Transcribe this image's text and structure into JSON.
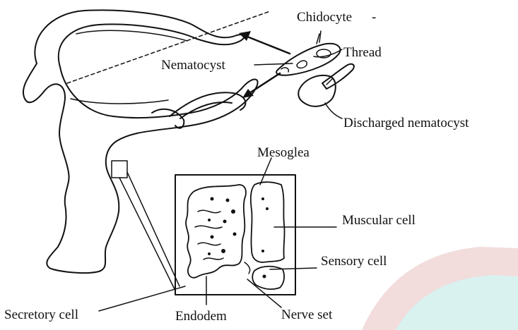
{
  "labels": {
    "cnidocyte": "Chidocyte",
    "thread": "Thread",
    "nematocyst": "Nematocyst",
    "discharged_nematocyst": "Discharged nematocyst",
    "mesoglea": "Mesoglea",
    "muscular_cell": "Muscular cell",
    "sensory_cell": "Sensory cell",
    "secretory_cell": "Secretory cell",
    "endoderm": "Endodem",
    "nerve_set": "Nerve set"
  },
  "colors": {
    "ink": "#111111",
    "watermark_pink": "#f2dcdc",
    "watermark_teal": "#d9f1ef"
  }
}
